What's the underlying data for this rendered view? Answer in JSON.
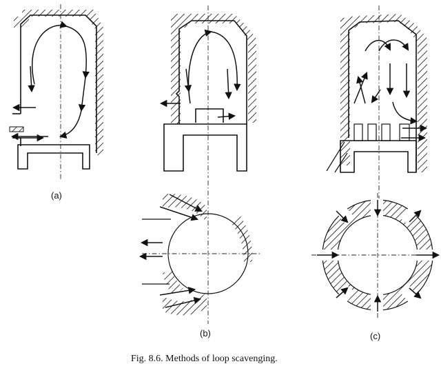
{
  "figure": {
    "labels": {
      "a": "(a)",
      "b": "(b)",
      "c": "(c)"
    },
    "caption": "Fig. 8.6. Methods of loop scavenging."
  }
}
